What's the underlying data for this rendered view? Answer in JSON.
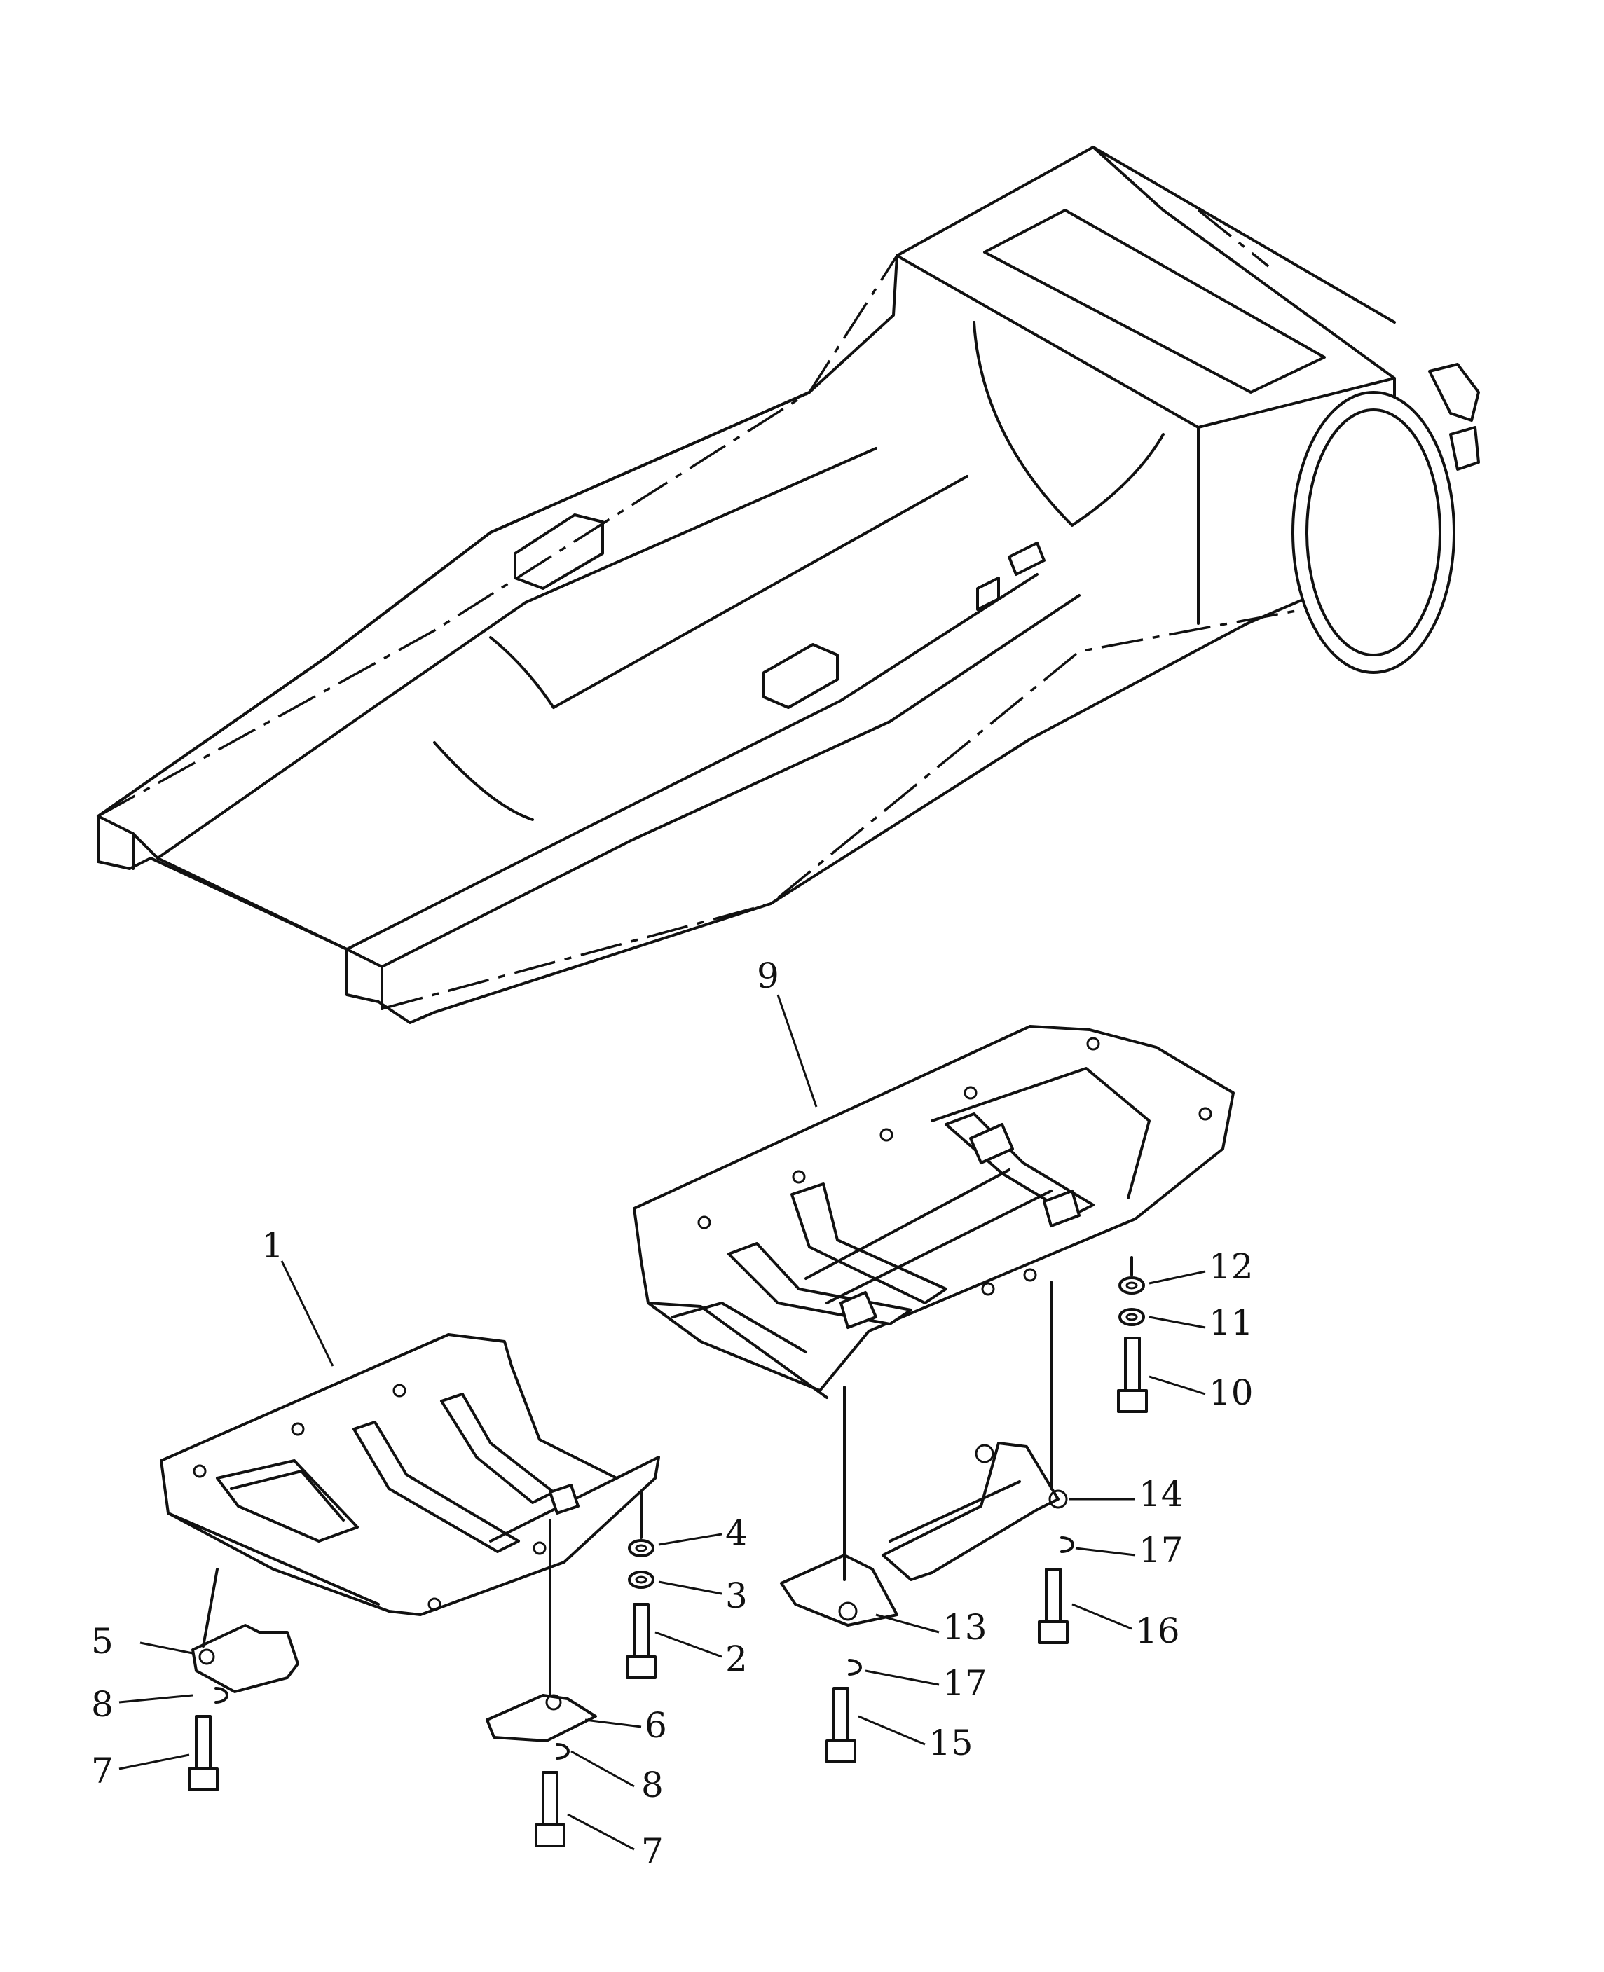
{
  "callouts": [
    {
      "id": "c1",
      "text": "1"
    },
    {
      "id": "c2",
      "text": "2"
    },
    {
      "id": "c3",
      "text": "3"
    },
    {
      "id": "c4",
      "text": "4"
    },
    {
      "id": "c5",
      "text": "5"
    },
    {
      "id": "c6",
      "text": "6"
    },
    {
      "id": "c7a",
      "text": "7"
    },
    {
      "id": "c7b",
      "text": "7"
    },
    {
      "id": "c8a",
      "text": "8"
    },
    {
      "id": "c8b",
      "text": "8"
    },
    {
      "id": "c9",
      "text": "9"
    },
    {
      "id": "c10",
      "text": "10"
    },
    {
      "id": "c11",
      "text": "11"
    },
    {
      "id": "c12",
      "text": "12"
    },
    {
      "id": "c13",
      "text": "13"
    },
    {
      "id": "c14",
      "text": "14"
    },
    {
      "id": "c15",
      "text": "15"
    },
    {
      "id": "c16",
      "text": "16"
    },
    {
      "id": "c17a",
      "text": "17"
    },
    {
      "id": "c17b",
      "text": "17"
    }
  ]
}
